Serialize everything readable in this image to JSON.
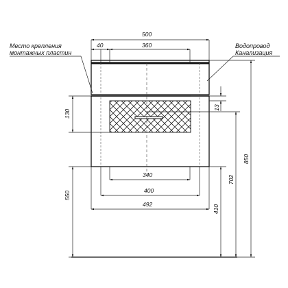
{
  "notes": {
    "mount_line1": "Место крепления",
    "mount_line2": "монтажных пластин",
    "water_line1": "Водопровод",
    "water_line2": "Канализация"
  },
  "dims": {
    "top_500": "500",
    "top_40": "40",
    "top_360": "360",
    "side_130": "130",
    "side_13": "13",
    "bot_340": "340",
    "bot_400": "400",
    "bot_492": "492",
    "v_550": "550",
    "v_410": "410",
    "v_702": "702",
    "v_850": "850"
  }
}
